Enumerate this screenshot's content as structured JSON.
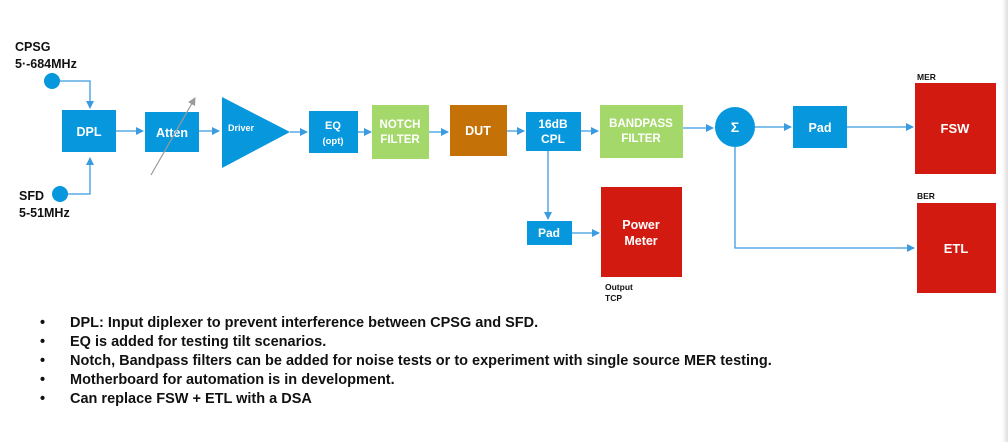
{
  "colors": {
    "blue": "#0797dd",
    "green": "#a5d86a",
    "brown": "#c47207",
    "red": "#d21a10",
    "arrow": "#3b9be0",
    "text_dark": "#111111",
    "text_white": "#ffffff"
  },
  "sources": {
    "cpsg_label": "CPSG",
    "cpsg_freq": "5·-684MHz",
    "sfd_label": "SFD",
    "sfd_freq": "5-51MHz"
  },
  "blocks": {
    "dpl": "DPL",
    "atten": "Atten",
    "driver": "Driver",
    "eq_line1": "EQ",
    "eq_line2": "(opt)",
    "notch_line1": "NOTCH",
    "notch_line2": "FILTER",
    "dut": "DUT",
    "cpl_line1": "16dB",
    "cpl_line2": "CPL",
    "bandpass_line1": "BANDPASS",
    "bandpass_line2": "FILTER",
    "sum_symbol": "Σ",
    "pad_top": "Pad",
    "pad_bottom": "Pad",
    "power_meter_line1": "Power",
    "power_meter_line2": "Meter",
    "fsw": "FSW",
    "etl": "ETL"
  },
  "labels": {
    "mer": "MER",
    "ber": "BER",
    "output_line1": "Output",
    "output_line2": "TCP"
  },
  "notes": [
    "DPL: Input diplexer to prevent interference between CPSG and SFD.",
    "EQ is added for testing tilt scenarios.",
    "Notch, Bandpass filters can be added for noise tests or to experiment with single source MER testing.",
    "Motherboard for automation is in development.",
    "Can replace FSW + ETL with a DSA"
  ],
  "bullet_char": "•"
}
